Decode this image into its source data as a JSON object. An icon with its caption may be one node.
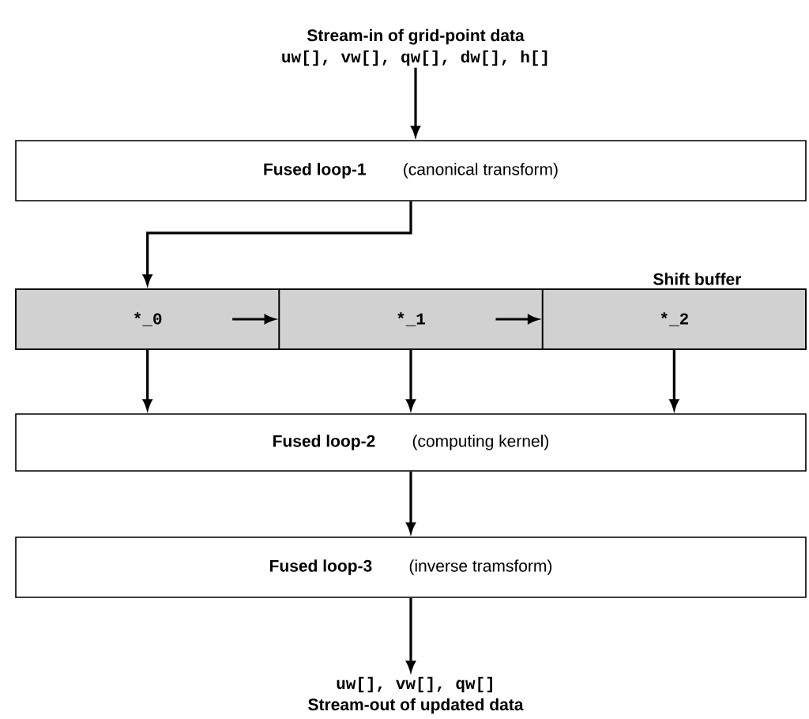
{
  "diagram": {
    "nodes": [
      {
        "text": [
          "Stream-in of grid-point data",
          "uw[], vw[], qw[], dw[], h[]"
        ]
      },
      {
        "text": [
          "Fused loop-1",
          "(canonical transform)"
        ]
      },
      {
        "text": [
          "Shift buffer"
        ]
      },
      {
        "text": [
          "*_0"
        ],
        "in": 2
      },
      {
        "text": [
          "*_1"
        ],
        "in": 2
      },
      {
        "text": [
          "*_2"
        ],
        "in": 2
      },
      {
        "text": [
          "Fused loop-2",
          "(computing kernel)"
        ]
      },
      {
        "text": [
          "Fused loop-3",
          "(inverse tramsform)"
        ]
      },
      {
        "text": [
          "uw[], vw[], qw[]",
          "Stream-out of updated data"
        ]
      }
    ],
    "edges": [
      {
        "from": 0,
        "to": 1,
        "arrow": "to"
      },
      {
        "from": 1,
        "to": 3,
        "arrow": "to"
      },
      {
        "from": 3,
        "to": 4,
        "arrow": "to"
      },
      {
        "from": 4,
        "to": 5,
        "arrow": "to"
      },
      {
        "from": 3,
        "to": 6,
        "arrow": "to"
      },
      {
        "from": 4,
        "to": 6,
        "arrow": "to"
      },
      {
        "from": 5,
        "to": 6,
        "arrow": "to"
      },
      {
        "from": 6,
        "to": 7,
        "arrow": "to"
      },
      {
        "from": 7,
        "to": 8,
        "arrow": "to"
      }
    ]
  }
}
